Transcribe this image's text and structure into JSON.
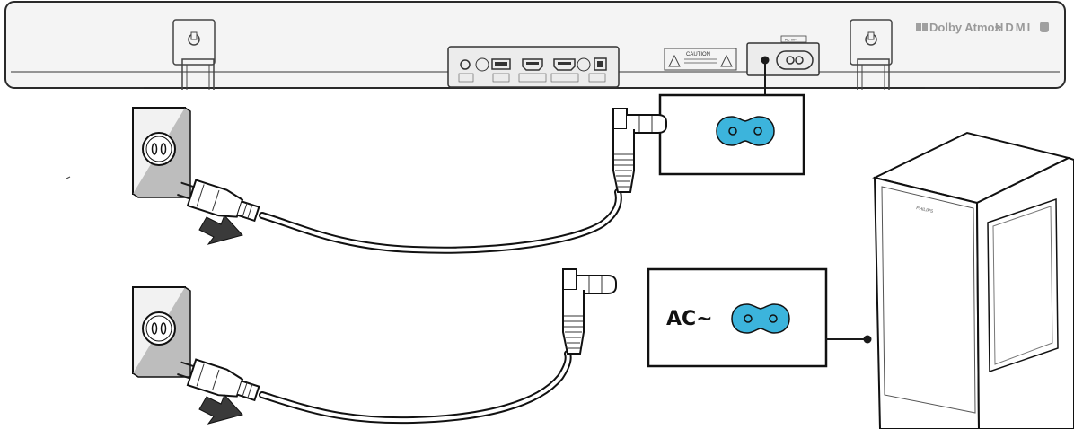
{
  "soundbar": {
    "dolby_logo": "Dolby Atmos",
    "hdmi_logo": "HDMI",
    "ac_label": "AC IN~",
    "caution_label": "CAUTION"
  },
  "subwoofer": {
    "brand": "PHILIPS",
    "ac_label": "AC~"
  },
  "colors": {
    "socket_fill": "#3cb4dc",
    "line": "#1a1a1a",
    "bar_fill": "#f4f4f4"
  }
}
